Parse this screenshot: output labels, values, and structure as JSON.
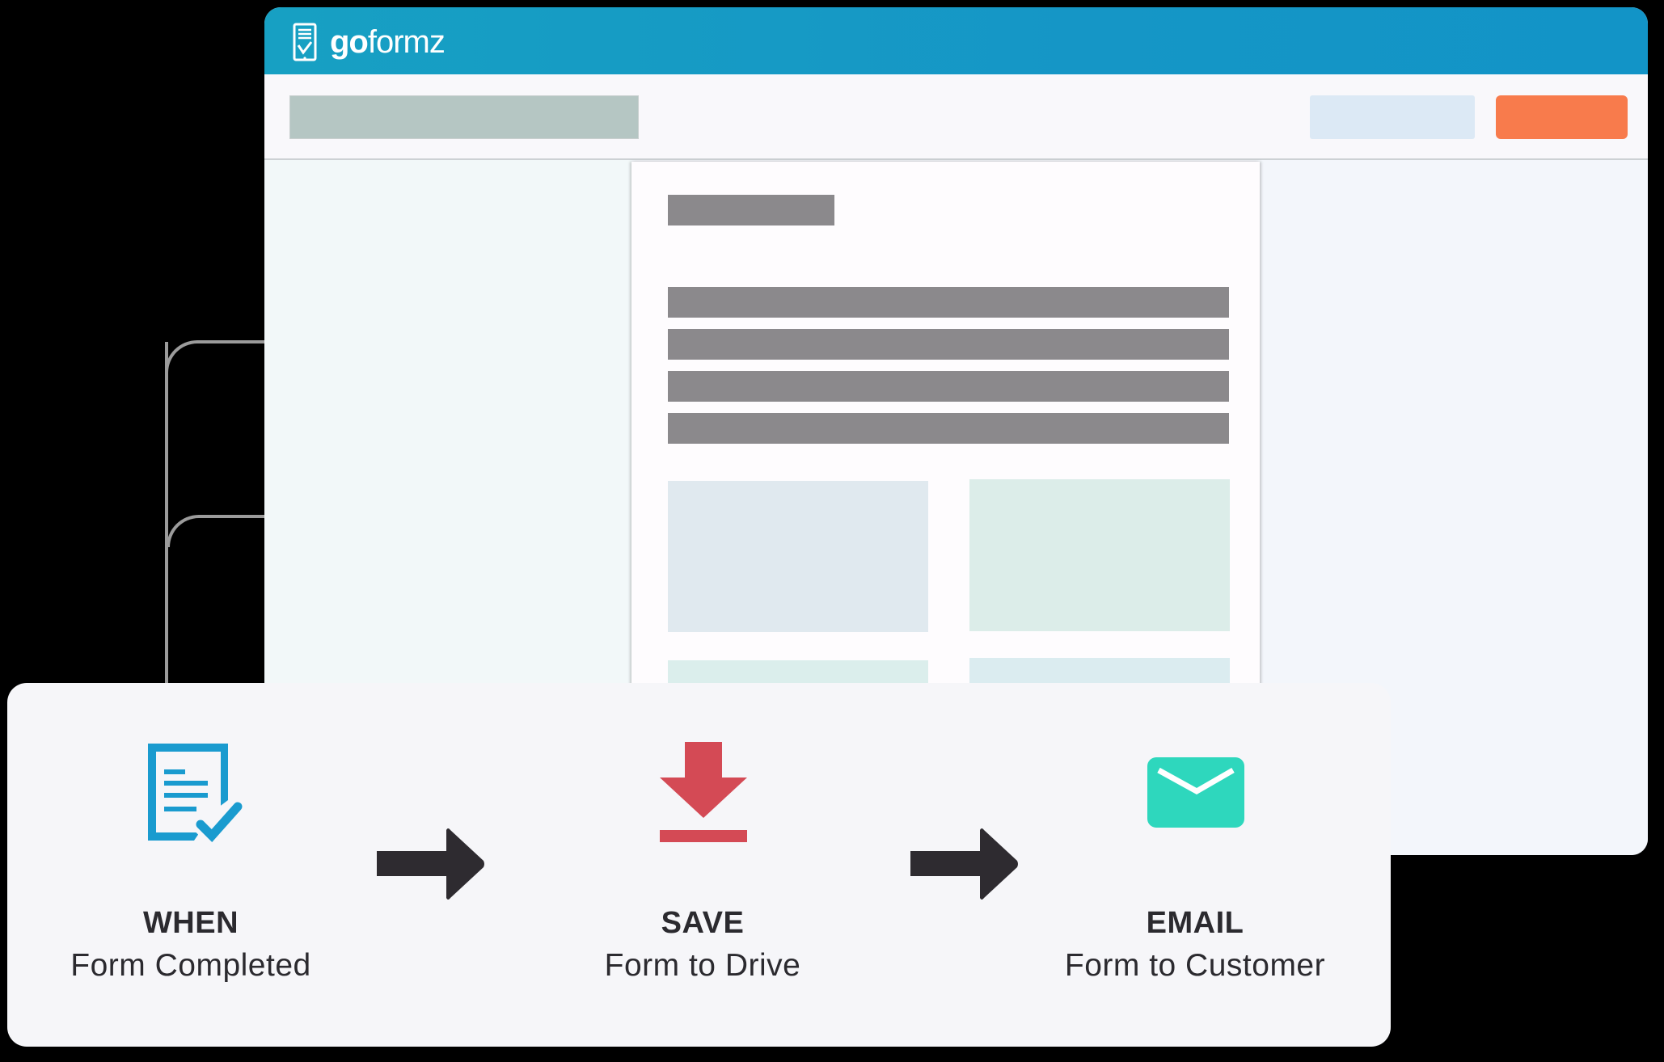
{
  "app": {
    "brand_bold": "go",
    "brand_light": "formz",
    "logo_icon": "tablet-check-icon"
  },
  "colors": {
    "header": "#1597c5",
    "primary_button": "#f87b4c",
    "secondary_button": "#dce9f5",
    "search_placeholder_block": "#b5c6c3",
    "form_icon": "#1a9bcf",
    "save_icon": "#d44a55",
    "email_icon": "#2ed7bd",
    "flow_arrow": "#2e2b30",
    "text": "#2b2a2f"
  },
  "toolbar": {
    "search_bar": "placeholder-block",
    "secondary_button": "placeholder-button",
    "primary_button": "placeholder-button"
  },
  "document": {
    "title_block": "placeholder",
    "text_lines": 4,
    "field_boxes": 4
  },
  "workflow": {
    "steps": [
      {
        "icon": "form-check-icon",
        "title": "WHEN",
        "subtitle": "Form Completed"
      },
      {
        "icon": "download-icon",
        "title": "SAVE",
        "subtitle": "Form to Drive"
      },
      {
        "icon": "mail-icon",
        "title": "EMAIL",
        "subtitle": "Form to Customer"
      }
    ],
    "connector_icon": "arrow-right-icon"
  }
}
